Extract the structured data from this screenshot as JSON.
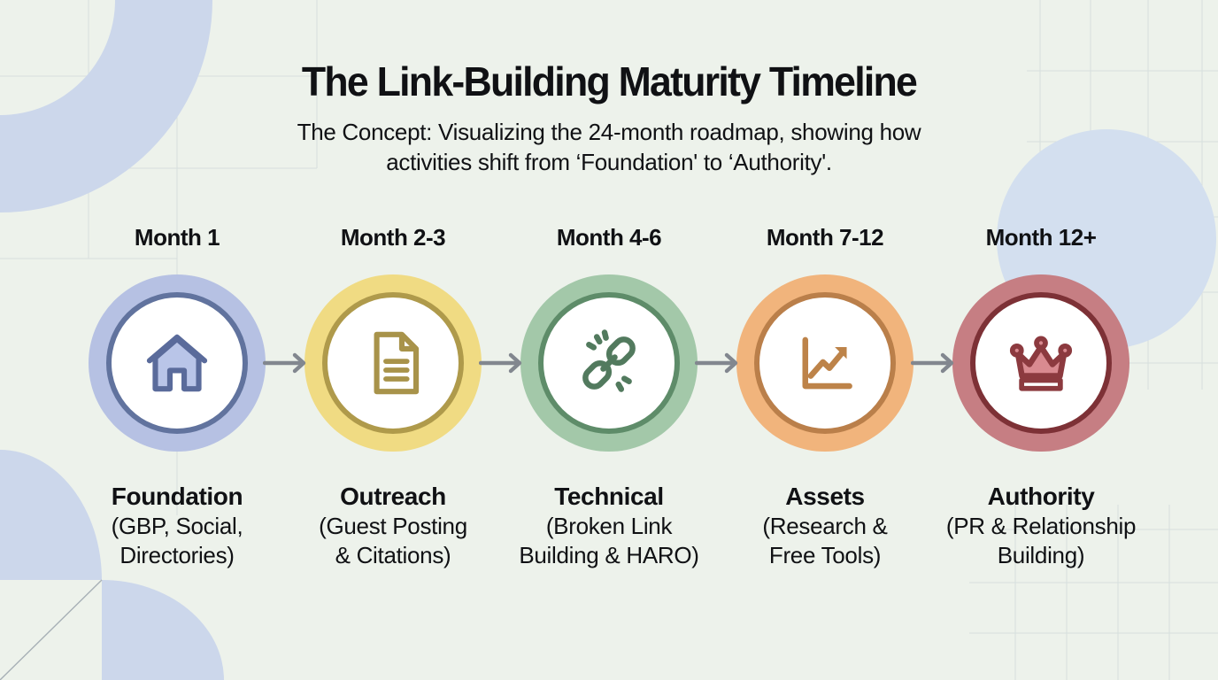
{
  "title": "The Link-Building Maturity Timeline",
  "subtitle_lines": [
    "The Concept: Visualizing the 24-month roadmap, showing how",
    "activities shift from ‘Foundation' to ‘Authority'."
  ],
  "stages": [
    {
      "month": "Month 1",
      "name": "Foundation",
      "detail": [
        "(GBP, Social,",
        "Directories)"
      ],
      "icon": "home-icon",
      "colors": {
        "ring": "#b6c1e3",
        "border": "#61739e",
        "icon": "#5a6b9b",
        "fill": "#b9c5e8"
      }
    },
    {
      "month": "Month 2-3",
      "name": "Outreach",
      "detail": [
        "(Guest Posting",
        "& Citations)"
      ],
      "icon": "document-icon",
      "colors": {
        "ring": "#f0db83",
        "border": "#af9a4b",
        "icon": "#a8934a",
        "fill": "#ffffff"
      }
    },
    {
      "month": "Month 4-6",
      "name": "Technical",
      "detail": [
        "(Broken Link",
        "Building & HARO)"
      ],
      "icon": "broken-link-icon",
      "colors": {
        "ring": "#a3c8a9",
        "border": "#5e8c69",
        "icon": "#527a5e",
        "fill": "none"
      }
    },
    {
      "month": "Month 7-12",
      "name": "Assets",
      "detail": [
        "(Research &",
        "Free Tools)"
      ],
      "icon": "chart-up-icon",
      "colors": {
        "ring": "#f1b47c",
        "border": "#ba7f4a",
        "icon": "#bd8349",
        "fill": "none"
      }
    },
    {
      "month": "Month 12+",
      "name": "Authority",
      "detail": [
        "(PR & Relationship",
        "Building)"
      ],
      "icon": "crown-icon",
      "colors": {
        "ring": "#c67e83",
        "border": "#7d3136",
        "icon": "#8c3a3f",
        "fill": "#d98a90"
      }
    }
  ],
  "colors": {
    "background": "#edf2eb",
    "title_text": "#101114",
    "decor_shape": "#ccd7eb",
    "decor_circle": "#d3dfef",
    "grid_line": "#9fb0bd",
    "connector": "#82878f"
  }
}
